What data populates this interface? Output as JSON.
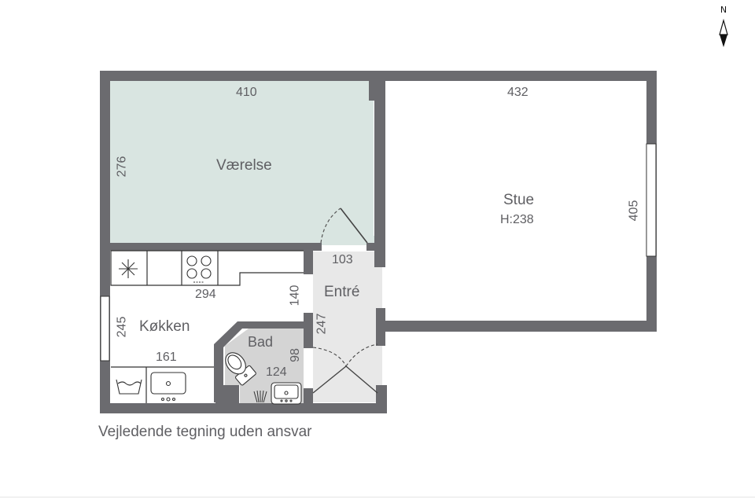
{
  "colors": {
    "wall": "#6b6b6f",
    "vaerelse_fill": "#d9e5e1",
    "entre_fill": "#e8e8e8",
    "bad_fill": "#d4d4d4",
    "room_fill": "#ffffff",
    "text": "#5f5f63"
  },
  "compass": {
    "label": "N"
  },
  "rooms": {
    "vaerelse": {
      "name": "Værelse",
      "width": "410",
      "depth": "276"
    },
    "stue": {
      "name": "Stue",
      "height": "H:238",
      "width": "432",
      "depth": "405"
    },
    "entre": {
      "name": "Entré",
      "width": "103",
      "depth": "247"
    },
    "kokken": {
      "name": "Køkken",
      "width": "294",
      "depth": "245",
      "depth_inner": "140",
      "counter": "161"
    },
    "bad": {
      "name": "Bad",
      "width": "124",
      "depth": "98"
    }
  },
  "fixtures": [
    "freezer-snowflake",
    "stove-4-burners",
    "washing-machine",
    "kitchen-sink",
    "toilet",
    "bathroom-sink",
    "shower"
  ],
  "caption": "Vejledende tegning uden ansvar"
}
